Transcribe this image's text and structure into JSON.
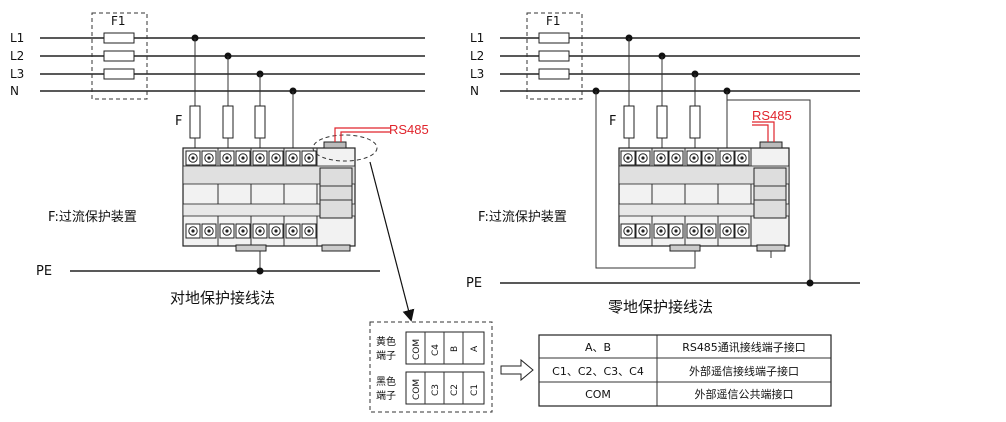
{
  "left_diagram": {
    "lines": [
      "L1",
      "L2",
      "L3",
      "N"
    ],
    "fuse_box": "F1",
    "fuse_label": "F",
    "rs485": "RS485",
    "overcurrent_note": "F:过流保护装置",
    "pe": "PE",
    "caption": "对地保护接线法"
  },
  "right_diagram": {
    "lines": [
      "L1",
      "L2",
      "L3",
      "N"
    ],
    "fuse_box": "F1",
    "fuse_label": "F",
    "rs485": "RS485",
    "overcurrent_note": "F:过流保护装置",
    "pe": "PE",
    "caption": "零地保护接线法"
  },
  "terminal_detail": {
    "yellow_label": [
      "黄色",
      "端子"
    ],
    "black_label": [
      "黑色",
      "端子"
    ],
    "yellow_terminals": [
      "COM",
      "C4",
      "B",
      "A"
    ],
    "black_terminals": [
      "COM",
      "C3",
      "C2",
      "C1"
    ]
  },
  "table": {
    "rows": [
      [
        "A、B",
        "RS485通讯接线端子接口"
      ],
      [
        "C1、C2、C3、C4",
        "外部遥信接线端子接口"
      ],
      [
        "COM",
        "外部遥信公共端接口"
      ]
    ]
  },
  "colors": {
    "accent": "#e0242c",
    "line": "#222222"
  }
}
